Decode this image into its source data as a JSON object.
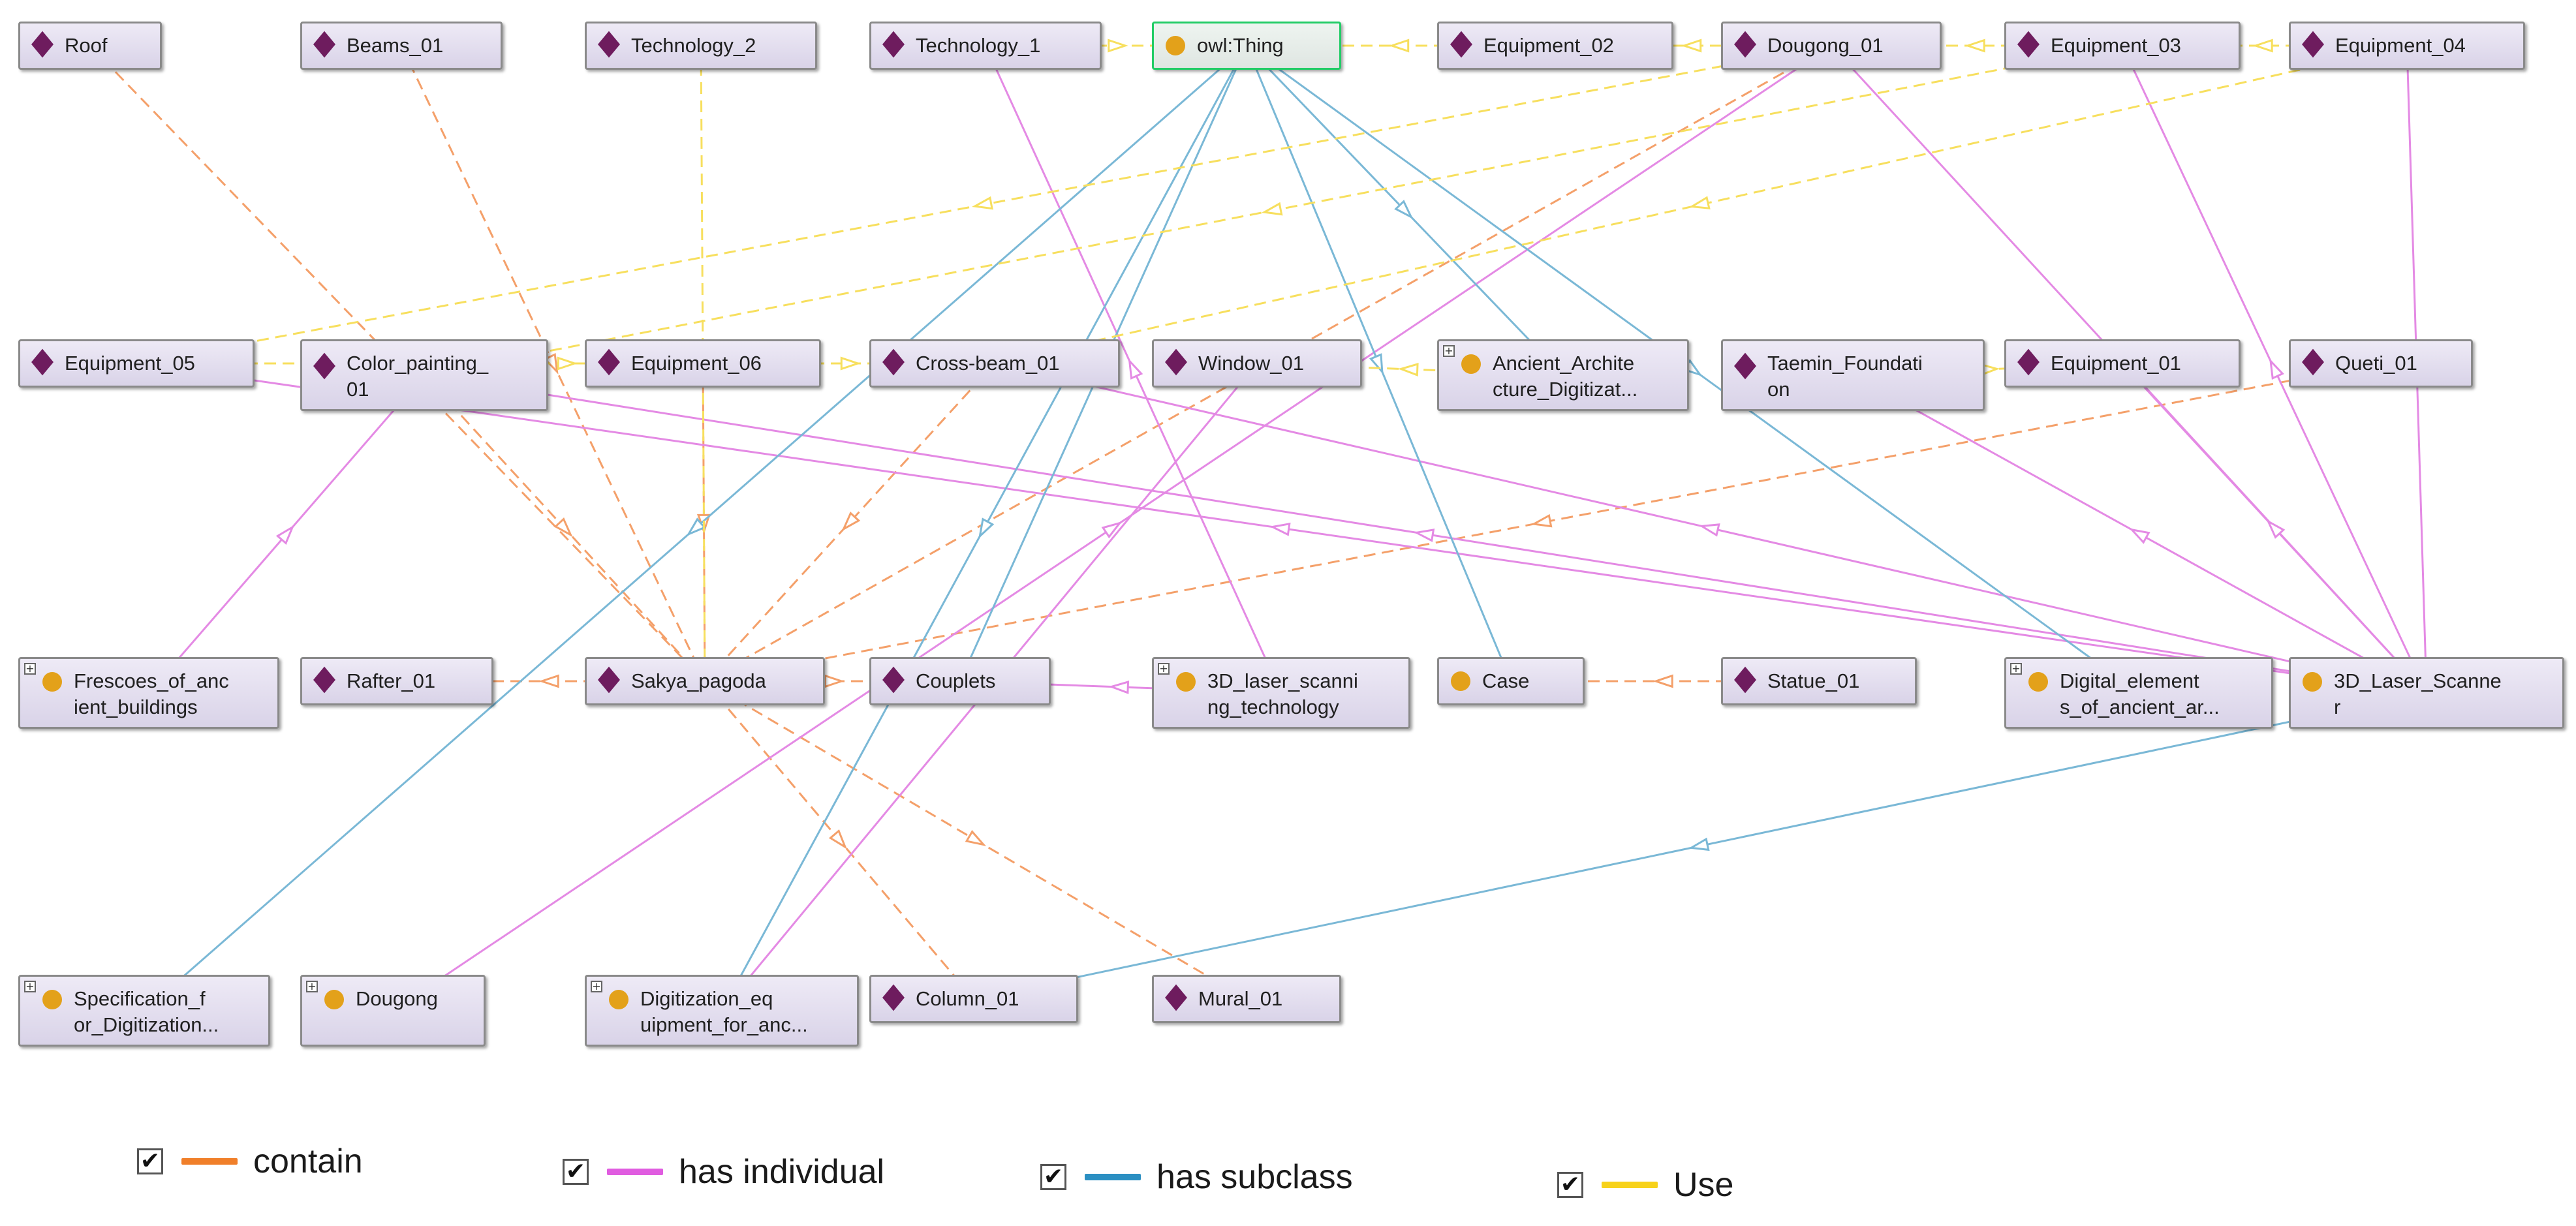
{
  "graph": {
    "nodes": [
      {
        "id": "roof",
        "label": "Roof",
        "kind": "individual"
      },
      {
        "id": "beams_01",
        "label": "Beams_01",
        "kind": "individual"
      },
      {
        "id": "technology_2",
        "label": "Technology_2",
        "kind": "individual"
      },
      {
        "id": "technology_1",
        "label": "Technology_1",
        "kind": "individual"
      },
      {
        "id": "owl_thing",
        "label": "owl:Thing",
        "kind": "class",
        "root": true
      },
      {
        "id": "equipment_02",
        "label": "Equipment_02",
        "kind": "individual"
      },
      {
        "id": "dougong_01",
        "label": "Dougong_01",
        "kind": "individual"
      },
      {
        "id": "equipment_03",
        "label": "Equipment_03",
        "kind": "individual"
      },
      {
        "id": "equipment_04",
        "label": "Equipment_04",
        "kind": "individual"
      },
      {
        "id": "equipment_05",
        "label": "Equipment_05",
        "kind": "individual"
      },
      {
        "id": "color_painting_01",
        "label": "Color_painting_\n01",
        "kind": "individual"
      },
      {
        "id": "equipment_06",
        "label": "Equipment_06",
        "kind": "individual"
      },
      {
        "id": "cross_beam_01",
        "label": "Cross-beam_01",
        "kind": "individual"
      },
      {
        "id": "window_01",
        "label": "Window_01",
        "kind": "individual"
      },
      {
        "id": "ancient_architecture",
        "label": "Ancient_Archite\ncture_Digitizat...",
        "kind": "class",
        "expandable": true
      },
      {
        "id": "taemin_foundation",
        "label": "Taemin_Foundati\non",
        "kind": "individual"
      },
      {
        "id": "equipment_01",
        "label": "Equipment_01",
        "kind": "individual"
      },
      {
        "id": "queti_01",
        "label": "Queti_01",
        "kind": "individual"
      },
      {
        "id": "frescoes",
        "label": "Frescoes_of_anc\nient_buildings",
        "kind": "class",
        "expandable": true
      },
      {
        "id": "rafter_01",
        "label": "Rafter_01",
        "kind": "individual"
      },
      {
        "id": "sakya_pagoda",
        "label": "Sakya_pagoda",
        "kind": "individual"
      },
      {
        "id": "couplets",
        "label": "Couplets",
        "kind": "individual"
      },
      {
        "id": "laser_scanning_tech",
        "label": "3D_laser_scanni\nng_technology",
        "kind": "class",
        "expandable": true
      },
      {
        "id": "case",
        "label": "Case",
        "kind": "class"
      },
      {
        "id": "statue_01",
        "label": "Statue_01",
        "kind": "individual"
      },
      {
        "id": "digital_elements",
        "label": "Digital_element\ns_of_ancient_ar...",
        "kind": "class",
        "expandable": true
      },
      {
        "id": "laser_scanner",
        "label": "3D_Laser_Scanne\nr",
        "kind": "class"
      },
      {
        "id": "specification",
        "label": "Specification_f\nor_Digitization...",
        "kind": "class",
        "expandable": true
      },
      {
        "id": "dougong",
        "label": "Dougong",
        "kind": "class",
        "expandable": true
      },
      {
        "id": "digitization_equipment",
        "label": "Digitization_eq\nuipment_for_anc...",
        "kind": "class",
        "expandable": true
      },
      {
        "id": "column_01",
        "label": "Column_01",
        "kind": "individual"
      },
      {
        "id": "mural_01",
        "label": "Mural_01",
        "kind": "individual"
      }
    ],
    "edges": [
      {
        "from": "roof",
        "to": "sakya_pagoda",
        "type": "contain"
      },
      {
        "from": "beams_01",
        "to": "sakya_pagoda",
        "type": "contain"
      },
      {
        "from": "color_painting_01",
        "to": "sakya_pagoda",
        "type": "contain"
      },
      {
        "from": "cross_beam_01",
        "to": "sakya_pagoda",
        "type": "contain"
      },
      {
        "from": "dougong_01",
        "to": "sakya_pagoda",
        "type": "contain"
      },
      {
        "from": "queti_01",
        "to": "sakya_pagoda",
        "type": "contain"
      },
      {
        "from": "sakya_pagoda",
        "to": "rafter_01",
        "type": "contain"
      },
      {
        "from": "sakya_pagoda",
        "to": "couplets",
        "type": "contain"
      },
      {
        "from": "sakya_pagoda",
        "to": "column_01",
        "type": "contain"
      },
      {
        "from": "sakya_pagoda",
        "to": "mural_01",
        "type": "contain"
      },
      {
        "from": "statue_01",
        "to": "case",
        "type": "contain"
      },
      {
        "from": "equipment_06",
        "to": "sakya_pagoda",
        "type": "contain"
      },
      {
        "from": "frescoes",
        "to": "color_painting_01",
        "type": "has individual"
      },
      {
        "from": "dougong",
        "to": "dougong_01",
        "type": "has individual"
      },
      {
        "from": "laser_scanning_tech",
        "to": "technology_1",
        "type": "has individual"
      },
      {
        "from": "laser_scanning_tech",
        "to": "couplets",
        "type": "has individual"
      },
      {
        "from": "digitization_equipment",
        "to": "window_01",
        "type": "has individual"
      },
      {
        "from": "laser_scanner",
        "to": "equipment_05",
        "type": "has individual"
      },
      {
        "from": "laser_scanner",
        "to": "color_painting_01",
        "type": "has individual"
      },
      {
        "from": "laser_scanner",
        "to": "cross_beam_01",
        "type": "has individual"
      },
      {
        "from": "laser_scanner",
        "to": "dougong_01",
        "type": "has individual"
      },
      {
        "from": "laser_scanner",
        "to": "equipment_01",
        "type": "has individual"
      },
      {
        "from": "laser_scanner",
        "to": "equipment_03",
        "type": "has individual"
      },
      {
        "from": "laser_scanner",
        "to": "equipment_04",
        "type": "has individual"
      },
      {
        "from": "laser_scanner",
        "to": "taemin_foundation",
        "type": "has individual"
      },
      {
        "from": "owl_thing",
        "to": "specification",
        "type": "has subclass"
      },
      {
        "from": "owl_thing",
        "to": "couplets",
        "type": "has subclass"
      },
      {
        "from": "owl_thing",
        "to": "case",
        "type": "has subclass"
      },
      {
        "from": "owl_thing",
        "to": "ancient_architecture",
        "type": "has subclass"
      },
      {
        "from": "owl_thing",
        "to": "digital_elements",
        "type": "has subclass"
      },
      {
        "from": "owl_thing",
        "to": "digitization_equipment",
        "type": "has subclass"
      },
      {
        "from": "laser_scanner",
        "to": "column_01",
        "type": "has subclass"
      },
      {
        "from": "equipment_02",
        "to": "owl_thing",
        "type": "Use"
      },
      {
        "from": "dougong_01",
        "to": "equipment_02",
        "type": "Use"
      },
      {
        "from": "equipment_03",
        "to": "dougong_01",
        "type": "Use"
      },
      {
        "from": "equipment_04",
        "to": "equipment_03",
        "type": "Use"
      },
      {
        "from": "technology_1",
        "to": "owl_thing",
        "type": "Use"
      },
      {
        "from": "technology_2",
        "to": "sakya_pagoda",
        "type": "Use"
      },
      {
        "from": "equipment_04",
        "to": "cross_beam_01",
        "type": "Use"
      },
      {
        "from": "equipment_03",
        "to": "color_painting_01",
        "type": "Use"
      },
      {
        "from": "dougong_01",
        "to": "equipment_05",
        "type": "Use"
      },
      {
        "from": "equipment_05",
        "to": "cross_beam_01",
        "type": "Use"
      },
      {
        "from": "equipment_06",
        "to": "cross_beam_01",
        "type": "Use"
      },
      {
        "from": "ancient_architecture",
        "to": "window_01",
        "type": "Use"
      },
      {
        "from": "taemin_foundation",
        "to": "equipment_01",
        "type": "Use"
      }
    ]
  },
  "legend": [
    {
      "label": "contain",
      "color": "#f07f2a",
      "checked": true
    },
    {
      "label": "has individual",
      "color": "#e05ce0",
      "checked": true
    },
    {
      "label": "has subclass",
      "color": "#2b8fc2",
      "checked": true
    },
    {
      "label": "Use",
      "color": "#f7d21a",
      "checked": true
    }
  ],
  "edge_style": {
    "contain": {
      "color": "#f4a06a",
      "dashed": true
    },
    "has individual": {
      "color": "#e48ae4",
      "dashed": false
    },
    "has subclass": {
      "color": "#7ab8d6",
      "dashed": false
    },
    "Use": {
      "color": "#f7df5e",
      "dashed": true
    }
  },
  "checkmark": "✔"
}
